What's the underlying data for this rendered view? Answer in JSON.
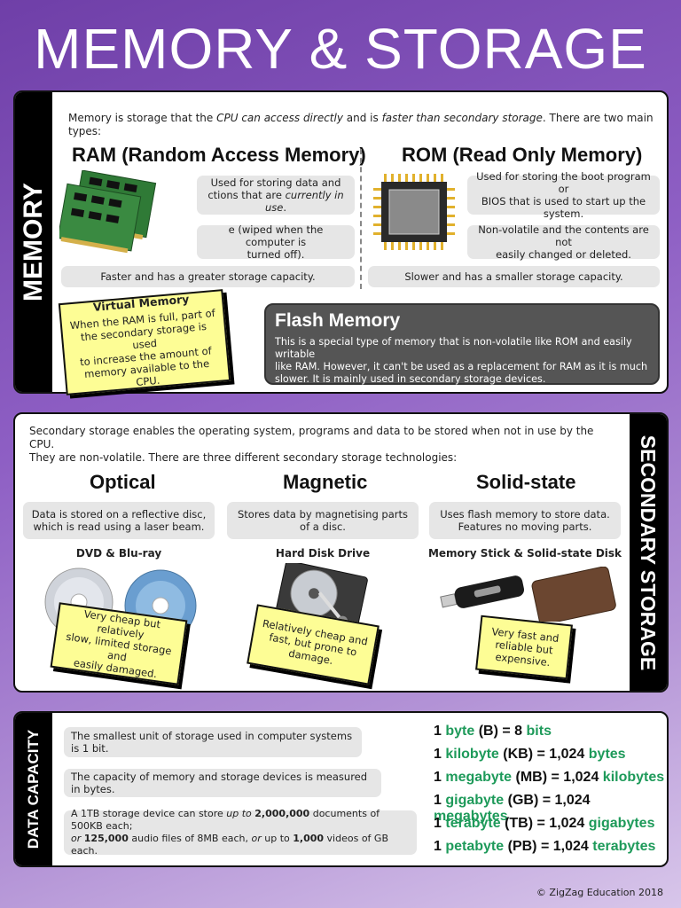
{
  "title": "MEMORY & STORAGE",
  "memory": {
    "side_label": "MEMORY",
    "intro_a": "Memory is storage that the ",
    "intro_em1": "CPU can access directly",
    "intro_b": " and is ",
    "intro_em2": "faster than secondary storage",
    "intro_c": ". There are two main types:",
    "ram": {
      "heading": "RAM (Random Access Memory)",
      "fact1_a": "Used for storing data and",
      "fact1_b": "ctions that are ",
      "fact1_em": "currently in use",
      "fact1_c": ".",
      "fact2_a": "e (wiped when the computer is",
      "fact2_b": "turned off).",
      "fact3": "Faster and has a greater storage capacity."
    },
    "rom": {
      "heading": "ROM (Read Only Memory)",
      "fact1_a": "Used for storing the boot program or",
      "fact1_b": "BIOS that is used to start up the system.",
      "fact2_a": "Non-volatile and the contents are not",
      "fact2_b": "easily changed or deleted.",
      "fact3": "Slower and has a smaller storage capacity."
    },
    "virtual": {
      "heading": "Virtual Memory",
      "line1": "When the RAM is full, part of",
      "line2": "the secondary storage is used",
      "line3": "to increase the amount of",
      "line4": "memory available to the CPU."
    },
    "flash": {
      "heading": "Flash Memory",
      "line1": "This is a special type of memory that is non-volatile like ROM and easily writable",
      "line2": "like RAM. However, it can't be used as a replacement for RAM as it is much",
      "line3": "slower. It is mainly used in secondary storage devices."
    }
  },
  "secondary": {
    "side_label": "SECONDARY STORAGE",
    "intro1": "Secondary storage enables the operating system, programs and data to be stored when not in use by the CPU.",
    "intro2": "They are non-volatile. There are three different secondary storage technologies:",
    "optical": {
      "heading": "Optical",
      "desc1": "Data is stored on a reflective disc,",
      "desc2": "which is read using a laser beam.",
      "example": "DVD & Blu-ray",
      "note1": "Very cheap but relatively",
      "note2": "slow, limited storage and",
      "note3": "easily damaged."
    },
    "magnetic": {
      "heading": "Magnetic",
      "desc1": "Stores data by magnetising parts",
      "desc2": "of a disc.",
      "example": "Hard Disk Drive",
      "note1": "Relatively cheap and",
      "note2": "fast, but prone to",
      "note3": "damage."
    },
    "solid": {
      "heading": "Solid-state",
      "desc1": "Uses flash memory to store data.",
      "desc2": "Features no moving parts.",
      "example": "Memory Stick & Solid-state Disk",
      "note1": "Very fast and",
      "note2": "reliable but",
      "note3": "expensive."
    }
  },
  "capacity": {
    "side_label": "DATA CAPACITY",
    "fact1": "The smallest unit of storage used in computer systems is 1 bit.",
    "fact2": "The capacity of memory and storage devices is measured in bytes.",
    "fact3": {
      "a": "A 1TB storage device can store ",
      "em1": "up to",
      "b": " ",
      "s1": "2,000,000",
      "c": " documents of 500KB each;",
      "em2": "or",
      "d": " ",
      "s2": "125,000",
      "e": " audio files of 8MB each, ",
      "em3": "or",
      "f": " up to ",
      "s3": "1,000",
      "g": " videos of GB each."
    },
    "units": [
      {
        "n": "1",
        "unit": "byte",
        "abbr": "(B)",
        "eq": "= 8",
        "target": "bits"
      },
      {
        "n": "1",
        "unit": "kilobyte",
        "abbr": "(KB)",
        "eq": "= 1,024",
        "target": "bytes"
      },
      {
        "n": "1",
        "unit": "megabyte",
        "abbr": "(MB)",
        "eq": "= 1,024",
        "target": "kilobytes"
      },
      {
        "n": "1",
        "unit": "gigabyte",
        "abbr": "(GB)",
        "eq": "= 1,024",
        "target": "megabytes"
      },
      {
        "n": "1",
        "unit": "terabyte",
        "abbr": "(TB)",
        "eq": "= 1,024",
        "target": "gigabytes"
      },
      {
        "n": "1",
        "unit": "petabyte",
        "abbr": "(PB)",
        "eq": "= 1,024",
        "target": "terabytes"
      }
    ]
  },
  "footer": "© ZigZag Education 2018",
  "colors": {
    "accent_green": "#1e9a5a",
    "sticky": "#fdfd95",
    "flash_bg": "#555555"
  }
}
